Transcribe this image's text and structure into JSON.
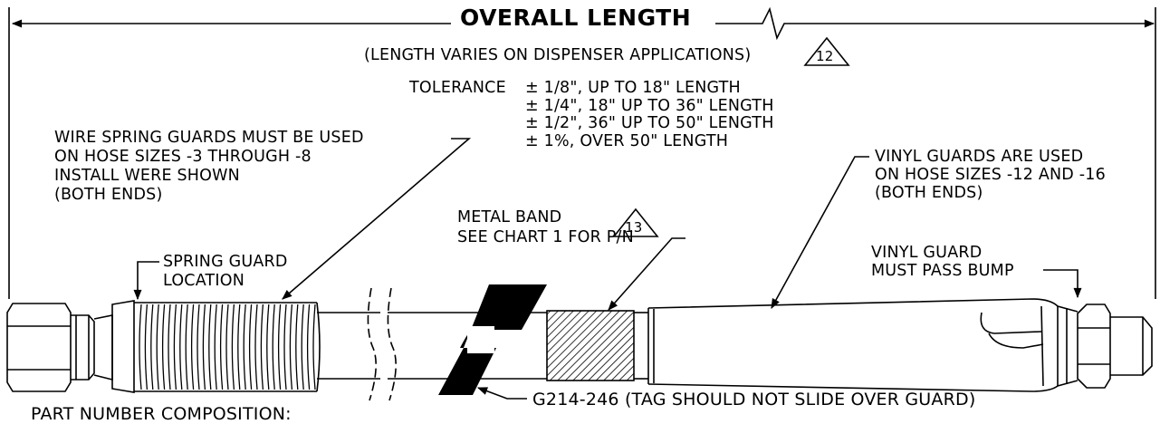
{
  "title": "OVERALL LENGTH",
  "length_note": "(LENGTH VARIES ON DISPENSER APPLICATIONS)",
  "revision_marks": {
    "length_note": "12",
    "metal_band": "13"
  },
  "tolerance": {
    "prefix": "TOLERANCE",
    "lines": [
      "± 1/8\", UP TO 18\" LENGTH",
      "± 1/4\", 18\" UP TO 36\" LENGTH",
      "± 1/2\", 36\" UP TO 50\" LENGTH",
      "± 1%, OVER 50\" LENGTH"
    ]
  },
  "callouts": {
    "wire_spring": [
      "WIRE SPRING GUARDS MUST BE USED",
      "ON HOSE SIZES -3 THROUGH -8",
      "INSTALL WERE SHOWN",
      "(BOTH ENDS)"
    ],
    "vinyl_guards": [
      "VINYL GUARDS ARE USED",
      "ON HOSE SIZES -12 AND -16",
      "(BOTH ENDS)"
    ],
    "metal_band": [
      "METAL BAND",
      "SEE CHART 1 FOR P/N"
    ],
    "spring_location": [
      "SPRING GUARD",
      "LOCATION"
    ],
    "vinyl_bump": [
      "VINYL GUARD",
      "MUST PASS BUMP"
    ],
    "tag": "G214-246 (TAG SHOULD NOT SLIDE OVER GUARD)"
  },
  "footer": "PART NUMBER COMPOSITION:"
}
